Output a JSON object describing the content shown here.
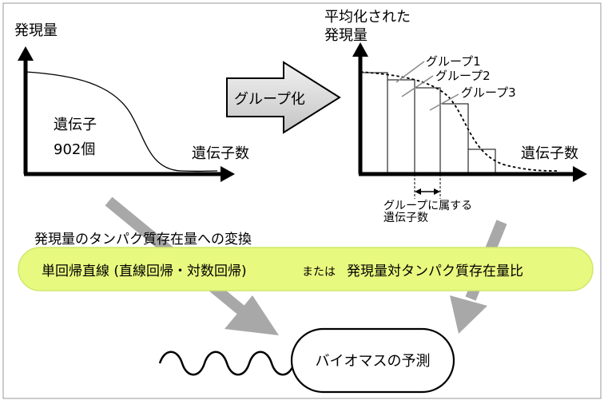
{
  "left_chart": {
    "y_axis_label": "発現量",
    "x_axis_label": "遺伝子数",
    "annotation_line1": "遺伝子",
    "annotation_line2": "902個"
  },
  "process_arrow": {
    "label": "グループ化"
  },
  "right_chart": {
    "y_axis_label_line1": "平均化された",
    "y_axis_label_line2": "発現量",
    "x_axis_label": "遺伝子数",
    "groups": [
      "グループ1",
      "グループ2",
      "グループ3"
    ],
    "bracket_label_line1": "グループに属する",
    "bracket_label_line2": "遺伝子数"
  },
  "conversion": {
    "title": "発現量のタンパク質存在量への変換",
    "method_main": "単回帰直線 (直線回帰・対数回帰)",
    "method_connector": "または",
    "method_alt": "発現量対タンパク質存在量比"
  },
  "result": {
    "label": "バイオマスの予測"
  },
  "colors": {
    "green_band": "#e8f97f",
    "green_band_border": "#cfe86a",
    "gray_arrow": "#a8a8a8",
    "process_arrow_fill": "#d4d4d4"
  }
}
